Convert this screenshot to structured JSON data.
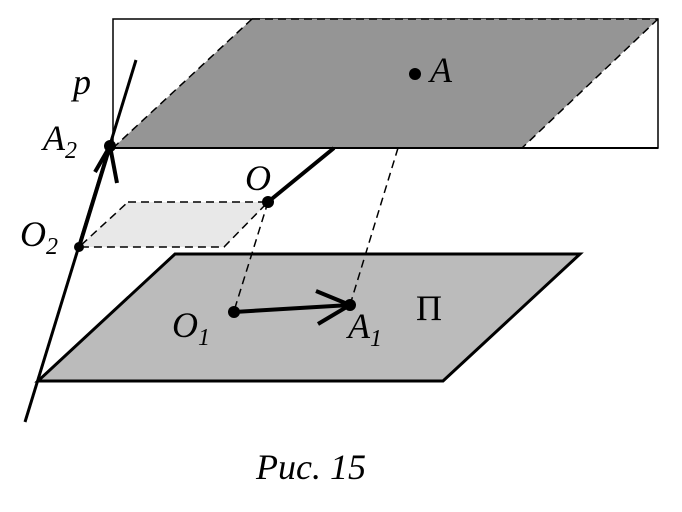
{
  "diagram": {
    "labels": {
      "line_p": "p",
      "point_A": "A",
      "point_A2_base": "A",
      "point_A2_sub": "2",
      "point_O": "O",
      "point_O2_base": "O",
      "point_O2_sub": "2",
      "point_O1_base": "O",
      "point_O1_sub": "1",
      "point_A1_base": "A",
      "point_A1_sub": "1",
      "plane_pi": "Π"
    },
    "caption": "Рис. 15",
    "colors": {
      "upper_plane": "#959595",
      "lower_plane": "#bbbbbb",
      "middle_plane": "#e8e8e8",
      "stroke": "#000000"
    }
  }
}
